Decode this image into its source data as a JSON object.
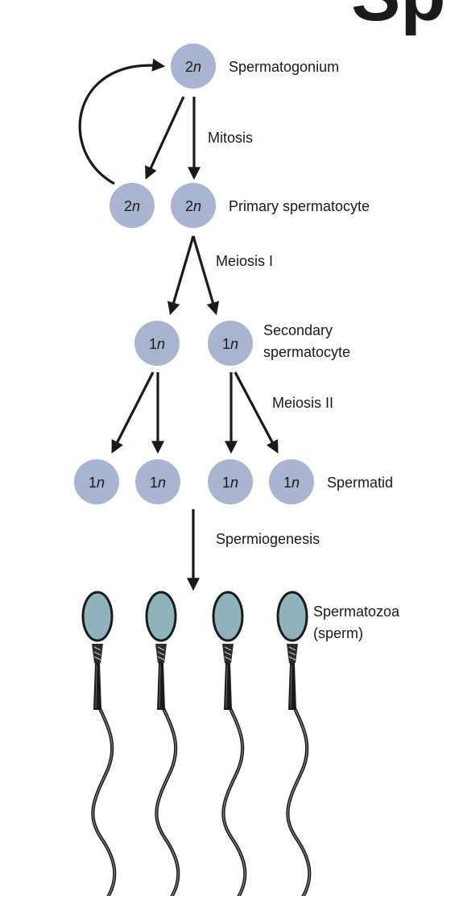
{
  "header_fragment": "Sp",
  "colors": {
    "cell_fill": "#a9b5cf",
    "arrow": "#1a1a1a",
    "sperm_head": "#8fb3bd",
    "sperm_outline": "#1a1a1a",
    "background": "#ffffff"
  },
  "stages": {
    "spermatogonium": {
      "ploidy": "2n",
      "label": "Spermatogonium"
    },
    "renewal": {
      "ploidy": "2n"
    },
    "primary": {
      "ploidy": "2n",
      "label": "Primary spermatocyte"
    },
    "secondary": {
      "ploidy": "1n",
      "label_line1": "Secondary",
      "label_line2": "spermatocyte"
    },
    "spermatid": {
      "ploidy": "1n",
      "label": "Spermatid"
    },
    "spermatozoa": {
      "label_line1": "Spermatozoa",
      "label_line2": "(sperm)"
    }
  },
  "processes": {
    "mitosis": "Mitosis",
    "meiosis1": "Meiosis I",
    "meiosis2": "Meiosis II",
    "spermiogenesis": "Spermiogenesis"
  }
}
